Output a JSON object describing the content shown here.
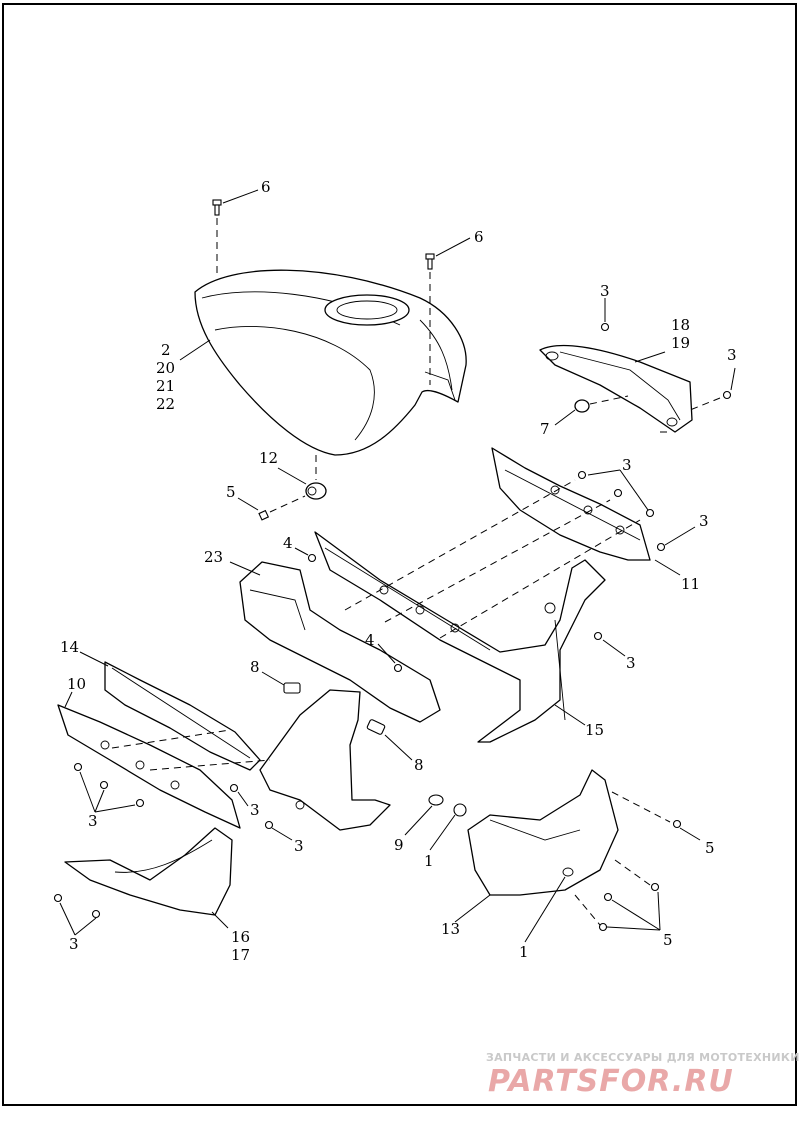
{
  "callouts": {
    "c6a": "6",
    "c6b": "6",
    "c2": "2",
    "c20": "20",
    "c21": "21",
    "c22": "22",
    "c3a": "3",
    "c18": "18",
    "c19": "19",
    "c3b": "3",
    "c7": "7",
    "c12": "12",
    "c5a": "5",
    "c3c": "3",
    "c3d": "3",
    "c11": "11",
    "c4a": "4",
    "c23": "23",
    "c4b": "4",
    "c3e": "3",
    "c14": "14",
    "c10": "10",
    "c8a": "8",
    "c8b": "8",
    "c15": "15",
    "c3f": "3",
    "c3g": "3",
    "c3h": "3",
    "c9": "9",
    "c1a": "1",
    "c5b": "5",
    "c13": "13",
    "c1b": "1",
    "c5c": "5",
    "c3i": "3",
    "c16": "16",
    "c17": "17"
  },
  "watermark": {
    "tagline": "ЗАПЧАСТИ И АКСЕССУАРЫ ДЛЯ МОТОТЕХНИКИ",
    "logo": "PARTSFOR.RU"
  }
}
